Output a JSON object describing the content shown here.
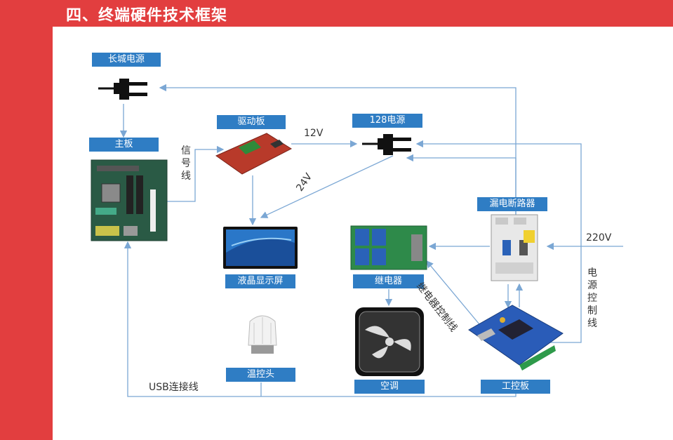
{
  "header": {
    "title": "四、终端硬件技术框架"
  },
  "nodes": {
    "great_wall_power": "长城电源",
    "motherboard": "主板",
    "driver_board": "驱动板",
    "power_128": "128电源",
    "leakage_breaker": "漏电断路器",
    "lcd_screen": "液晶显示屏",
    "relay": "继电器",
    "thermostat_head": "温控头",
    "air_conditioner": "空调",
    "industrial_board": "工控板"
  },
  "edge_labels": {
    "signal_line": "信号线",
    "v12": "12V",
    "v24": "24V",
    "v220": "220V",
    "power_control_line": "电源控制线",
    "relay_control_line": "继电器控制线",
    "usb_line": "USB连接线"
  },
  "colors": {
    "accent_red": "#e23e3f",
    "label_blue": "#2f7dc4",
    "line_blue": "#7ba7d4"
  }
}
